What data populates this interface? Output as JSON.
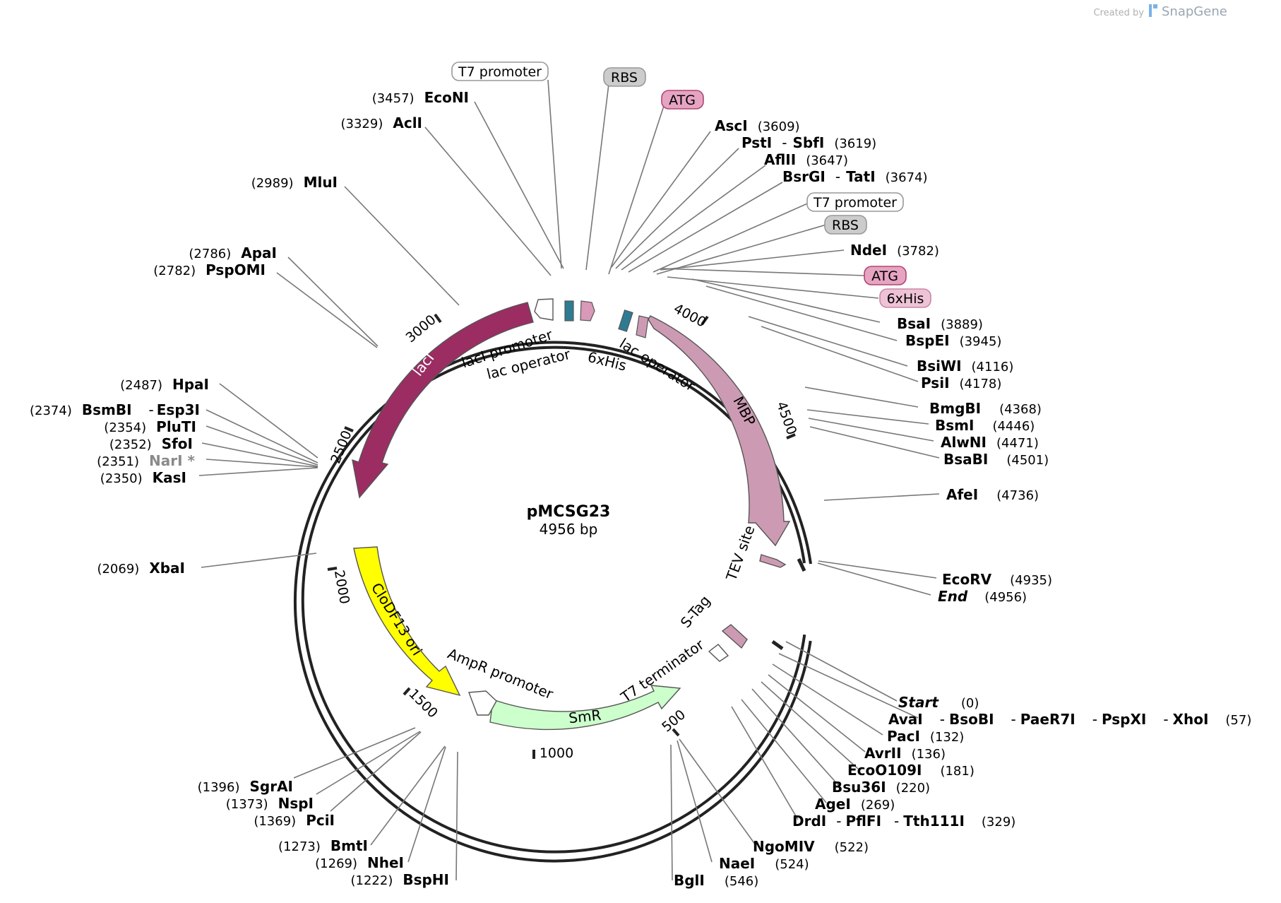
{
  "header": {
    "credit_prefix": "Created by",
    "credit_brand": "SnapGene"
  },
  "plasmid": {
    "name": "pMCSG23",
    "length_label": "4956 bp",
    "length_bp": 4956
  },
  "ticks": [
    {
      "bp": 500,
      "label": "500"
    },
    {
      "bp": 1000,
      "label": "1000"
    },
    {
      "bp": 1500,
      "label": "1500"
    },
    {
      "bp": 2000,
      "label": "2000"
    },
    {
      "bp": 2500,
      "label": "2500"
    },
    {
      "bp": 3000,
      "label": "3000"
    },
    {
      "bp": 4000,
      "label": "4000"
    },
    {
      "bp": 4500,
      "label": "4500"
    }
  ],
  "features": [
    {
      "name": "lacI",
      "color": "#9b2d63"
    },
    {
      "name": "MBP",
      "color": "#cc9bb3"
    },
    {
      "name": "CloDF13 ori",
      "color": "#ffff00"
    },
    {
      "name": "SmR",
      "color": "#ccffcc"
    },
    {
      "name": "lacI promoter",
      "color": "#ffffff"
    },
    {
      "name": "lac operator",
      "color": "#2e7c93"
    },
    {
      "name": "6xHis",
      "color": "#d999b8"
    },
    {
      "name": "lac operator",
      "color": "#2e7c93"
    },
    {
      "name": "TEV site",
      "color": "#cc9bb3"
    },
    {
      "name": "S-Tag",
      "color": "#cc9bb3"
    },
    {
      "name": "T7 terminator",
      "color": "#ffffff"
    },
    {
      "name": "AmpR promoter",
      "color": "#ffffff"
    }
  ],
  "box_labels": [
    {
      "text": "T7 promoter",
      "style": "white"
    },
    {
      "text": "RBS",
      "style": "gray"
    },
    {
      "text": "ATG",
      "style": "pink"
    },
    {
      "text": "T7 promoter",
      "style": "white"
    },
    {
      "text": "RBS",
      "style": "gray"
    },
    {
      "text": "ATG",
      "style": "pink"
    },
    {
      "text": "6xHis",
      "style": "lightpink"
    }
  ],
  "sites_right": [
    {
      "names": [
        "AscI"
      ],
      "pos": "(3609)"
    },
    {
      "names": [
        "PstI",
        "SbfI"
      ],
      "pos": "(3619)"
    },
    {
      "names": [
        "AflII"
      ],
      "pos": "(3647)"
    },
    {
      "names": [
        "BsrGI",
        "TatI"
      ],
      "pos": "(3674)"
    },
    {
      "names": [
        "NdeI"
      ],
      "pos": "(3782)"
    },
    {
      "names": [
        "BsaI"
      ],
      "pos": "(3889)"
    },
    {
      "names": [
        "BspEI"
      ],
      "pos": "(3945)"
    },
    {
      "names": [
        "BsiWI"
      ],
      "pos": "(4116)"
    },
    {
      "names": [
        "PsiI"
      ],
      "pos": "(4178)"
    },
    {
      "names": [
        "BmgBI"
      ],
      "pos": "(4368)"
    },
    {
      "names": [
        "BsmI"
      ],
      "pos": "(4446)"
    },
    {
      "names": [
        "AlwNI"
      ],
      "pos": "(4471)"
    },
    {
      "names": [
        "BsaBI"
      ],
      "pos": "(4501)"
    },
    {
      "names": [
        "AfeI"
      ],
      "pos": "(4736)"
    },
    {
      "names": [
        "EcoRV"
      ],
      "pos": "(4935)"
    },
    {
      "names": [
        "End"
      ],
      "pos": "(4956)"
    },
    {
      "names": [
        "Start"
      ],
      "pos": "(0)"
    },
    {
      "names": [
        "AvaI",
        "BsoBI",
        "PaeR7I",
        "PspXI",
        "XhoI"
      ],
      "pos": "(57)"
    },
    {
      "names": [
        "PacI"
      ],
      "pos": "(132)"
    },
    {
      "names": [
        "AvrII"
      ],
      "pos": "(136)"
    },
    {
      "names": [
        "EcoO109I"
      ],
      "pos": "(181)"
    },
    {
      "names": [
        "Bsu36I"
      ],
      "pos": "(220)"
    },
    {
      "names": [
        "AgeI"
      ],
      "pos": "(269)"
    },
    {
      "names": [
        "DrdI",
        "PflFI",
        "Tth111I"
      ],
      "pos": "(329)"
    },
    {
      "names": [
        "NgoMIV"
      ],
      "pos": "(522)"
    },
    {
      "names": [
        "NaeI"
      ],
      "pos": "(524)"
    },
    {
      "names": [
        "BglI"
      ],
      "pos": "(546)"
    }
  ],
  "sites_left": [
    {
      "names": [
        "EcoNI"
      ],
      "pos": "(3457)"
    },
    {
      "names": [
        "AclI"
      ],
      "pos": "(3329)"
    },
    {
      "names": [
        "MluI"
      ],
      "pos": "(2989)"
    },
    {
      "names": [
        "ApaI"
      ],
      "pos": "(2786)"
    },
    {
      "names": [
        "PspOMI"
      ],
      "pos": "(2782)"
    },
    {
      "names": [
        "HpaI"
      ],
      "pos": "(2487)"
    },
    {
      "names": [
        "BsmBI",
        "Esp3I"
      ],
      "pos": "(2374)"
    },
    {
      "names": [
        "PluTI"
      ],
      "pos": "(2354)"
    },
    {
      "names": [
        "SfoI"
      ],
      "pos": "(2352)"
    },
    {
      "names": [
        "NarI *"
      ],
      "pos": "(2351)"
    },
    {
      "names": [
        "KasI"
      ],
      "pos": "(2350)"
    },
    {
      "names": [
        "XbaI"
      ],
      "pos": "(2069)"
    },
    {
      "names": [
        "SgrAI"
      ],
      "pos": "(1396)"
    },
    {
      "names": [
        "NspI"
      ],
      "pos": "(1373)"
    },
    {
      "names": [
        "PciI"
      ],
      "pos": "(1369)"
    },
    {
      "names": [
        "BmtI"
      ],
      "pos": "(1273)"
    },
    {
      "names": [
        "NheI"
      ],
      "pos": "(1269)"
    },
    {
      "names": [
        "BspHI"
      ],
      "pos": "(1222)"
    }
  ]
}
